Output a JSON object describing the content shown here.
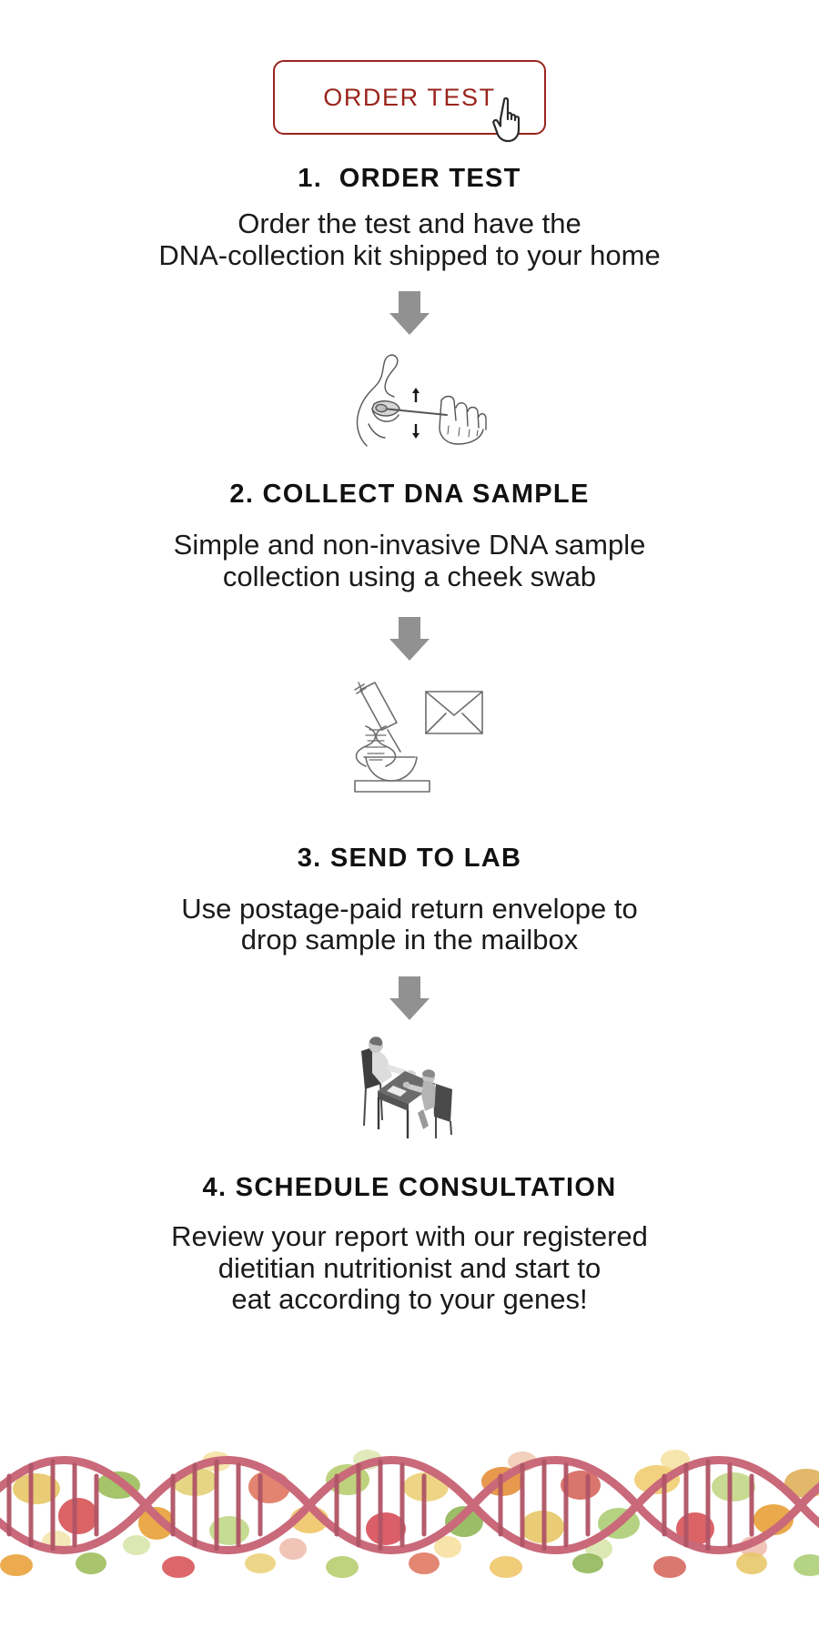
{
  "cta": {
    "label": "ORDER TEST",
    "border_color": "#99241c",
    "text_color": "#99241c",
    "cursor_icon": "pointing-hand-cursor-icon"
  },
  "steps": [
    {
      "number": "1.",
      "title": "1.  ORDER TEST",
      "body_lines": [
        "Order the test and have the",
        "DNA-collection kit shipped to your home"
      ],
      "icon": "order-test-button-icon"
    },
    {
      "number": "2.",
      "title": "2. COLLECT DNA SAMPLE",
      "body_lines": [
        "Simple and non-invasive DNA sample",
        "collection using a cheek swab"
      ],
      "icon": "cheek-swab-illustration"
    },
    {
      "number": "3.",
      "title": "3. SEND TO LAB",
      "body_lines": [
        "Use postage-paid return envelope to",
        "drop sample in the mailbox"
      ],
      "icon": "microscope-envelope-illustration"
    },
    {
      "number": "4.",
      "title": "4. SCHEDULE CONSULTATION",
      "body_lines": [
        "Review your report with our registered",
        "dietitian nutritionist and start to",
        "eat according to your genes!"
      ],
      "icon": "consultation-desk-illustration"
    }
  ],
  "arrows": {
    "glyph": "arrow-down-icon",
    "color": "#919191",
    "count": 3
  },
  "footer": {
    "decoration": "dna-helix-food-band",
    "helix_color": "#c9697a",
    "rung_color": "#b05566"
  },
  "theme": {
    "background": "#ffffff",
    "accent": "#99241c",
    "text": "#111111",
    "illustration_gray": "#6e6e6e"
  }
}
